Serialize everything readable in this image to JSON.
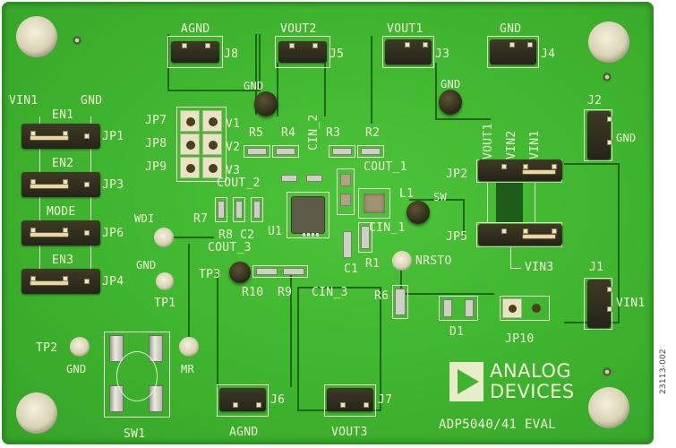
{
  "board": {
    "name": "ADP5040/41 EVAL",
    "manufacturer": "ANALOG DEVICES",
    "manufacturer_lines": [
      "ANALOG",
      "DEVICES"
    ],
    "figure_id": "23113-002",
    "colors": {
      "solder_mask": "#3fb42f",
      "silkscreen": "#f2f5d8",
      "header_body": "#2e2b1d",
      "pad_finish": "#e8e3c4"
    }
  },
  "left_jumpers": {
    "column_labels": {
      "left": "VIN1",
      "right": "GND"
    },
    "items": [
      {
        "ref": "JP1",
        "signal": "EN1"
      },
      {
        "ref": "JP3",
        "signal": "EN2"
      },
      {
        "ref": "JP6",
        "signal": "MODE"
      },
      {
        "ref": "JP4",
        "signal": "EN3"
      }
    ]
  },
  "voltage_select": {
    "refs": [
      "JP7",
      "JP8",
      "JP9"
    ],
    "labels": [
      "V1",
      "V2",
      "V3"
    ]
  },
  "connectors": {
    "J8": {
      "ref": "J8",
      "label": "AGND"
    },
    "J5": {
      "ref": "J5",
      "label": "VOUT2"
    },
    "J3": {
      "ref": "J3",
      "label": "VOUT1"
    },
    "J4": {
      "ref": "J4",
      "label": "GND"
    },
    "J2": {
      "ref": "J2",
      "label": "GND"
    },
    "J1": {
      "ref": "J1",
      "label": "VIN1"
    },
    "J6": {
      "ref": "J6",
      "label": "AGND"
    },
    "J7": {
      "ref": "J7",
      "label": "VOUT3"
    }
  },
  "right_jumpers": {
    "JP2": {
      "ref": "JP2",
      "labels": [
        "VOUT1",
        "VIN2",
        "VIN1"
      ]
    },
    "JP5": {
      "ref": "JP5",
      "label": "VIN3"
    }
  },
  "test_points": {
    "gnd_loop_1": "GND",
    "gnd_loop_2": "GND",
    "SW": "SW",
    "TP1": {
      "ref": "TP1",
      "label": "GND"
    },
    "TP2": {
      "ref": "TP2",
      "label": "GND"
    },
    "TP3": "TP3",
    "WDI": "WDI",
    "MR": "MR",
    "NRSTO": "NRSTO"
  },
  "components": {
    "R1": "R1",
    "R2": "R2",
    "R3": "R3",
    "R4": "R4",
    "R5": "R5",
    "R6": "R6",
    "R7": "R7",
    "R8": "R8",
    "R9": "R9",
    "R10": "R10",
    "C1": "C1",
    "C2": "C2",
    "U1": "U1",
    "L1": "L1",
    "D1": "D1",
    "JP10": "JP10",
    "SW1": "SW1",
    "CIN_1": "CIN_1",
    "CIN_2": "CIN_2",
    "CIN_3": "CIN_3",
    "COUT_1": "COUT_1",
    "COUT_2": "COUT_2",
    "COUT_3": "COUT_3"
  }
}
